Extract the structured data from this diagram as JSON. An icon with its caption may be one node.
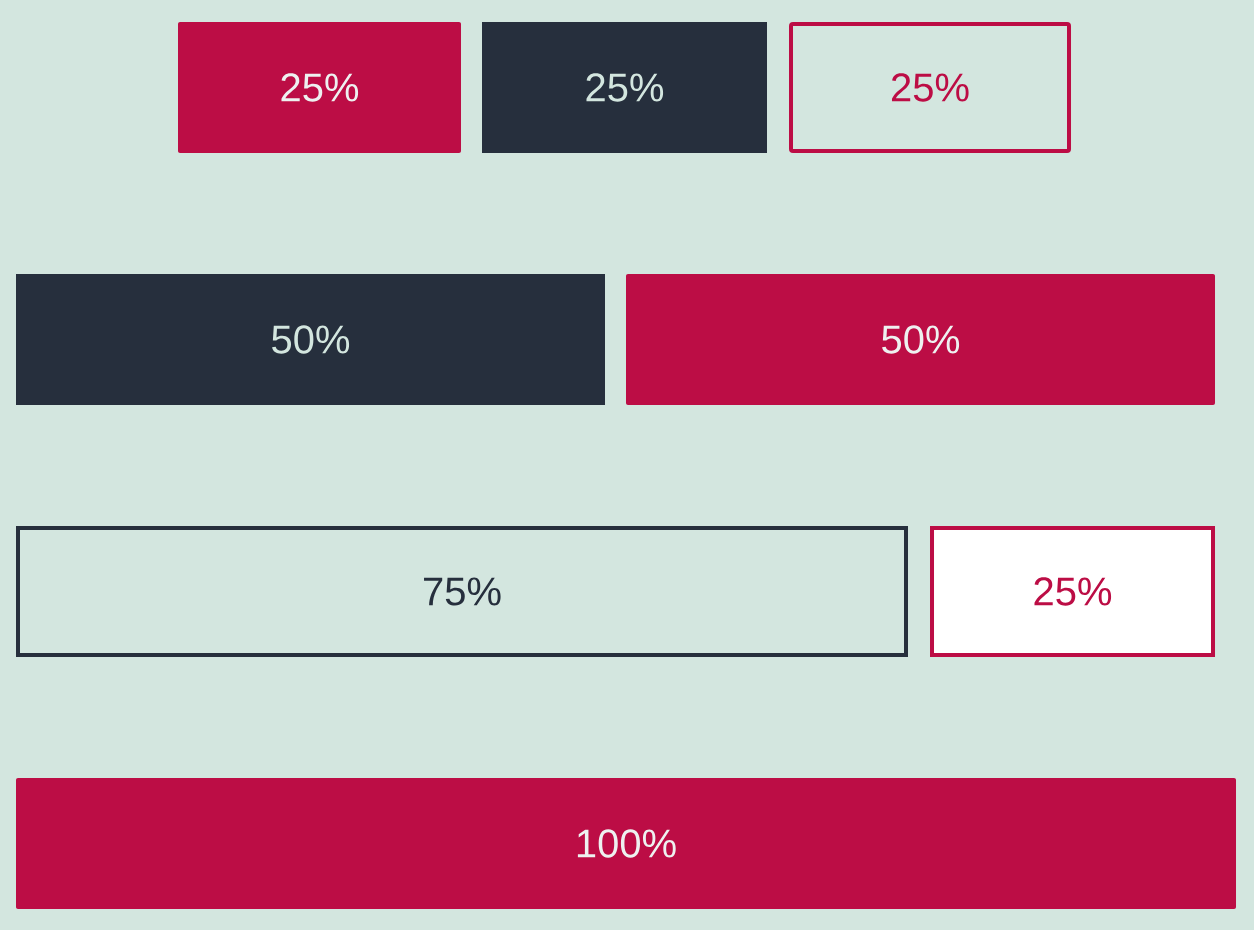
{
  "diagram": {
    "nodes": [
      {
        "text": [
          "25%"
        ]
      },
      {
        "text": [
          "25%"
        ]
      },
      {
        "text": [
          "25%"
        ]
      },
      {
        "text": [
          "50%"
        ]
      },
      {
        "text": [
          "50%"
        ]
      },
      {
        "text": [
          "75%"
        ]
      },
      {
        "text": [
          "25%"
        ]
      },
      {
        "text": [
          "100%"
        ]
      }
    ]
  }
}
